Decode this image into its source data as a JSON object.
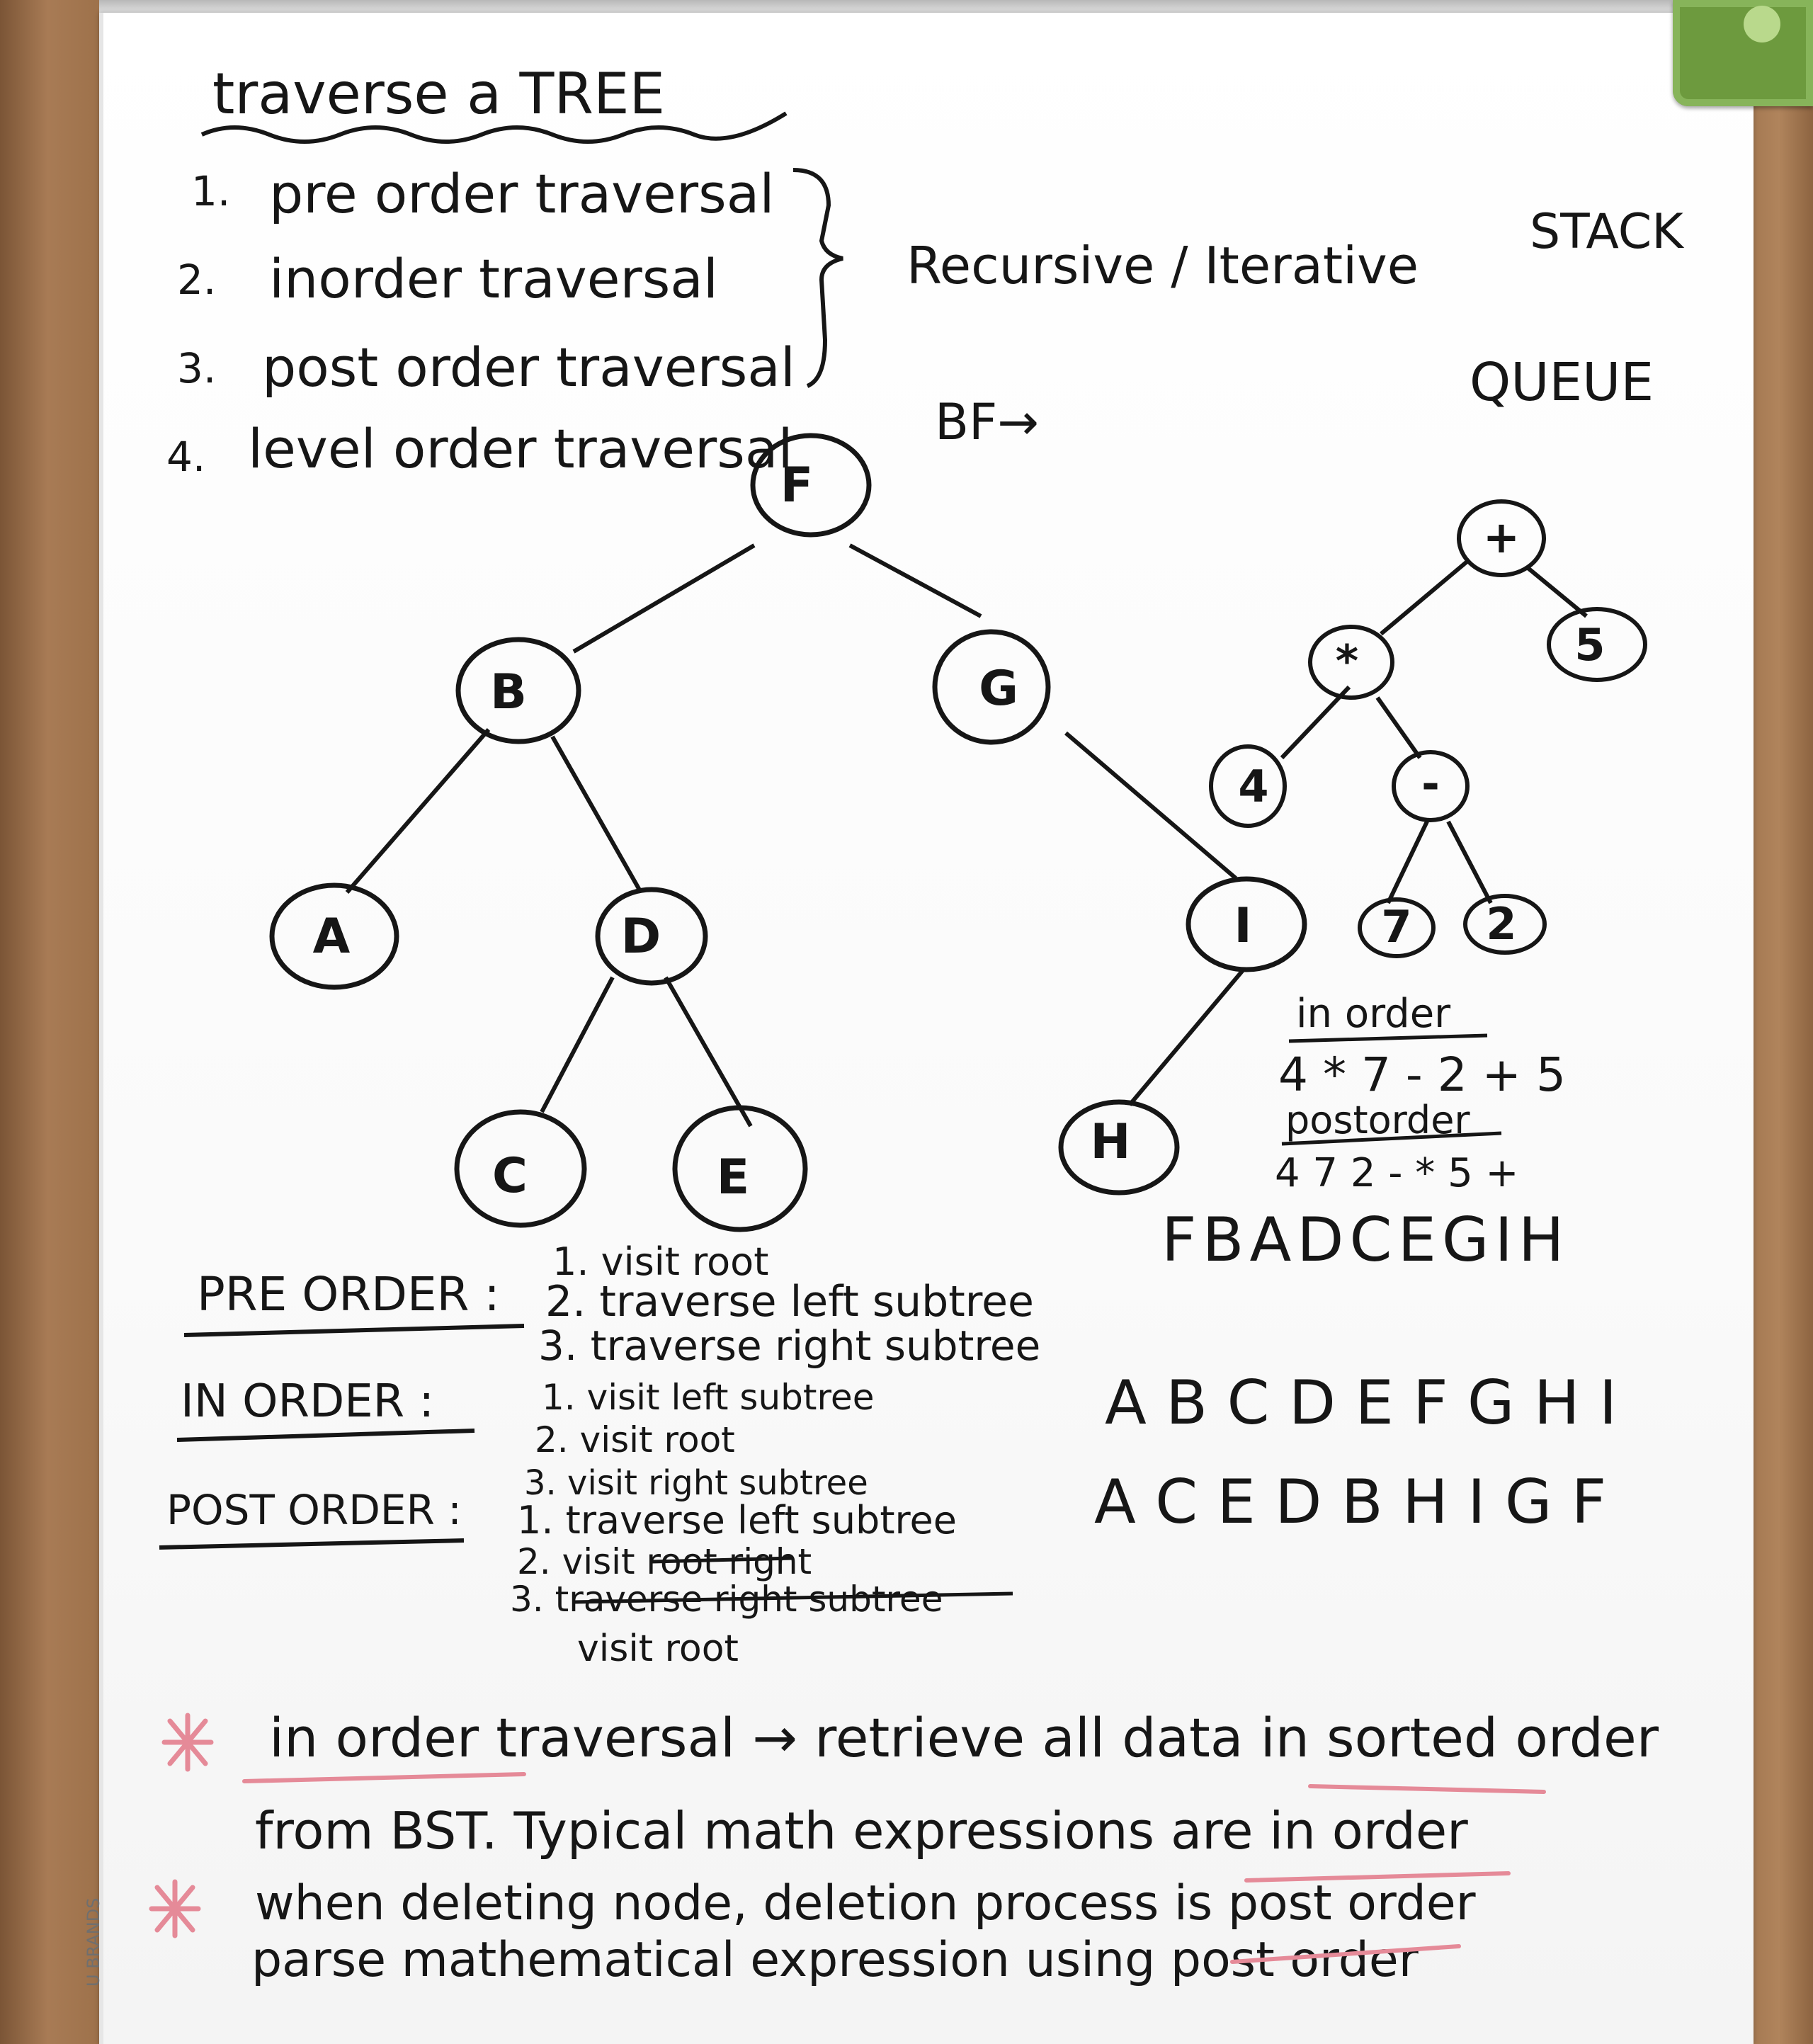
{
  "title": "traverse a TREE",
  "traversal_list": [
    "pre order traversal",
    "inorder traversal",
    "post order traversal",
    "level order traversal"
  ],
  "list_numbers": [
    "1.",
    "2.",
    "3.",
    "4."
  ],
  "side_notes": {
    "recursive_iterative": "Recursive / Iterative",
    "stack": "STACK",
    "bf": "BF→",
    "queue": "QUEUE"
  },
  "tree": {
    "nodes": [
      "F",
      "B",
      "G",
      "A",
      "D",
      "I",
      "C",
      "E",
      "H"
    ]
  },
  "expression_tree": {
    "nodes": [
      "+",
      "*",
      "5",
      "4",
      "-",
      "7",
      "2"
    ]
  },
  "expression_notes": {
    "in_order_label": "in order",
    "in_order_value": "4 * 7 - 2 + 5",
    "postorder_label": "postorder",
    "postorder_value": "4 7 2 - * 5 +"
  },
  "results": {
    "pre_order": "FBADCEGIH",
    "in_order": "A B C D E F G H I",
    "post_order": "A C E D B H I G F"
  },
  "definitions": {
    "pre_order": {
      "label": "PRE ORDER :",
      "steps": [
        "1. visit root",
        "2. traverse left subtree",
        "3. traverse right subtree"
      ]
    },
    "in_order": {
      "label": "IN ORDER :",
      "steps": [
        "1. visit left subtree",
        "2. visit root",
        "3. visit right subtree"
      ]
    },
    "post_order": {
      "label": "POST ORDER :",
      "steps": [
        "1. traverse left subtree",
        "2. visit root right",
        "3. traverse right subtree",
        "visit root"
      ]
    }
  },
  "notes": [
    "in order traversal → retrieve all data in sorted order",
    "from BST. Typical math expressions are in order",
    "when deleting node, deletion process is post order",
    "parse mathematical expression using post order"
  ],
  "brand": "U BRANDS",
  "colors": {
    "ink": "#161616",
    "highlight": "#e58a98",
    "magnet": "#6d9a3e"
  }
}
